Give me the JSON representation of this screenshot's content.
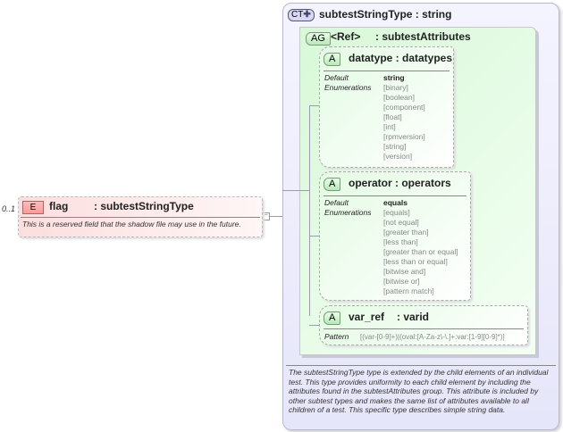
{
  "element": {
    "badge": "E",
    "multiplicity": "0..1",
    "name": "flag",
    "type": ": subtestStringType",
    "doc": "This is a reserved field that the shadow file may use in the future."
  },
  "complex_type": {
    "badge": "CT",
    "name": "subtestStringType : string",
    "doc": "The subtestStringType type is extended by the child elements of an individual test.  This type provides uniformity to each child element by including the attributes found in the subtestAttributes group.  This attribute is included by other subtest types and makes the same list of attributes available to all children of a test.  This specific type describes simple string data."
  },
  "attribute_group": {
    "badge": "AG",
    "ref": "<Ref>",
    "name": ": subtestAttributes"
  },
  "attributes": [
    {
      "badge": "A",
      "name": "datatype : datatypes",
      "default_label": "Default",
      "default": "string",
      "enum_label": "Enumerations",
      "enumerations": [
        "[binary]",
        "[boolean]",
        "[component]",
        "[float]",
        "[int]",
        "[rpmversion]",
        "[string]",
        "[version]"
      ]
    },
    {
      "badge": "A",
      "name": "operator : operators",
      "default_label": "Default",
      "default": "equals",
      "enum_label": "Enumerations",
      "enumerations": [
        "[equals]",
        "[not equal]",
        "[greater than]",
        "[less than]",
        "[greater than or equal]",
        "[less than or equal]",
        "[bitwise and]",
        "[bitwise or]",
        "[pattern match]"
      ]
    },
    {
      "badge": "A",
      "name": "var_ref",
      "type": ": varid",
      "pattern_label": "Pattern",
      "pattern": "[(var-[0-9]+)|(oval:[A-Za-z\\-\\.]+:var:[1-9][0-9]*)]"
    }
  ],
  "colors": {
    "element_bg": "#fde4e4",
    "ct_bg": "#ececfc",
    "attr_bg": "#e4fbe4"
  }
}
